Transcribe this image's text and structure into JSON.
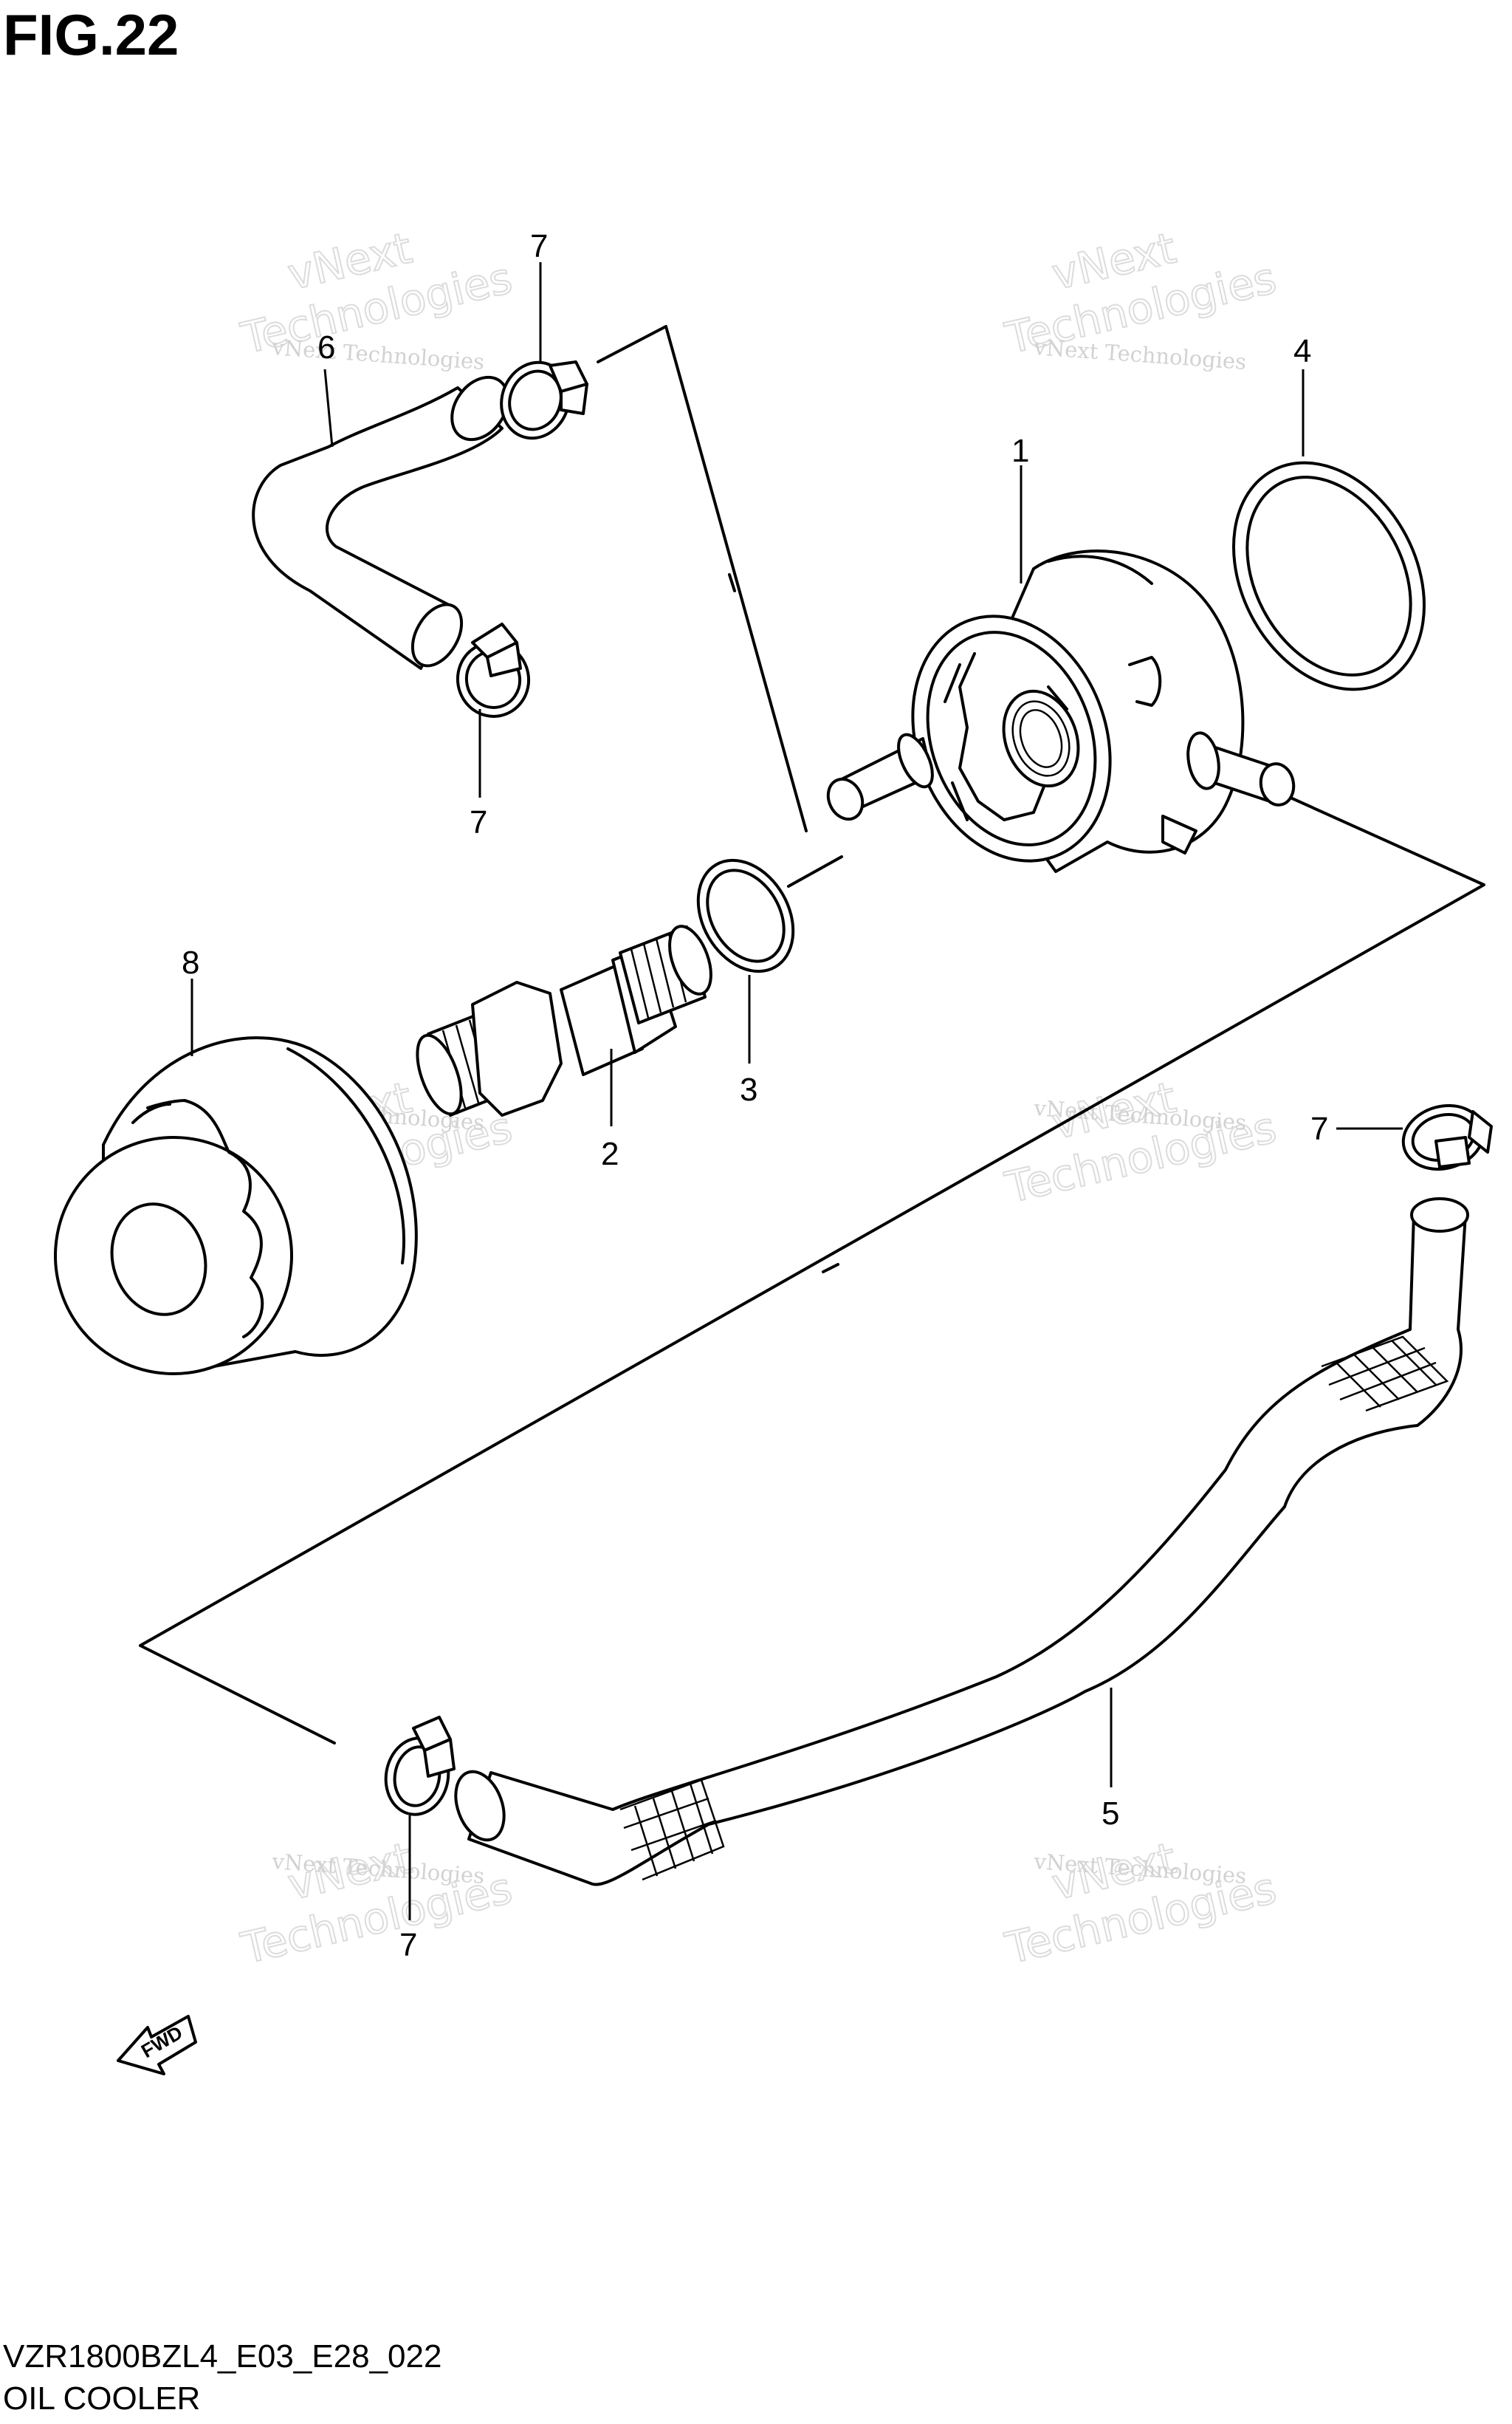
{
  "figure": {
    "title": "FIG.22"
  },
  "callouts": {
    "c1": "1",
    "c2": "2",
    "c3": "3",
    "c4": "4",
    "c5": "5",
    "c6": "6",
    "c7a": "7",
    "c7b": "7",
    "c7c": "7",
    "c7d": "7",
    "c8": "8"
  },
  "watermark": {
    "line1": "vNext Technologies",
    "line2": "vNext",
    "line3": "Technologies"
  },
  "fwd_label": "FWD",
  "footer": {
    "code": "VZR1800BZL4_E03_E28_022",
    "name": "OIL COOLER"
  }
}
